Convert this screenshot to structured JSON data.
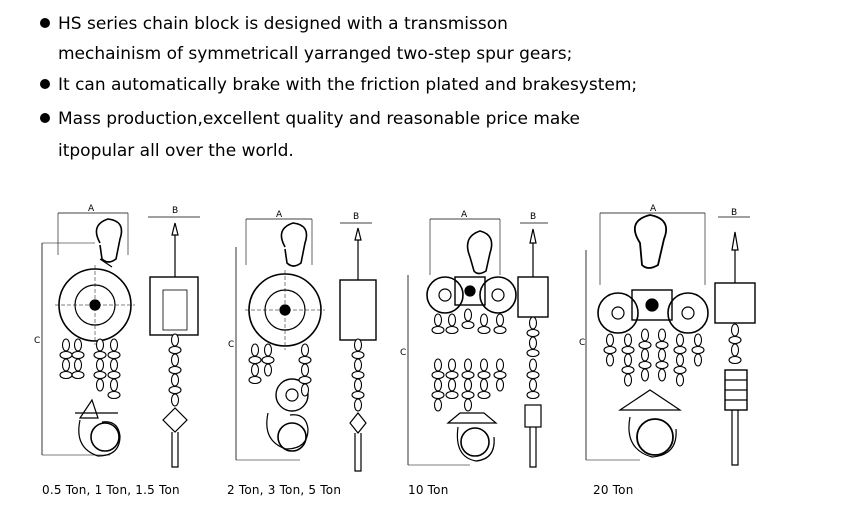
{
  "bullets": [
    {
      "line1": "HS series chain block is designed with a transmisson",
      "line2": "mechainism of symmetricall yarranged two-step spur gears;"
    },
    {
      "line1": "It can automatically brake with the friction plated and brakesystem;"
    },
    {
      "line1": "Mass production,excellent quality and reasonable price make",
      "line2": "itpopular all over the world."
    }
  ],
  "dimension_labels": {
    "a": "A",
    "b": "B",
    "c": "C"
  },
  "captions": [
    "0.5 Ton, 1 Ton, 1.5 Ton",
    "2 Ton, 3 Ton, 5 Ton",
    "10 Ton",
    "20 Ton"
  ]
}
